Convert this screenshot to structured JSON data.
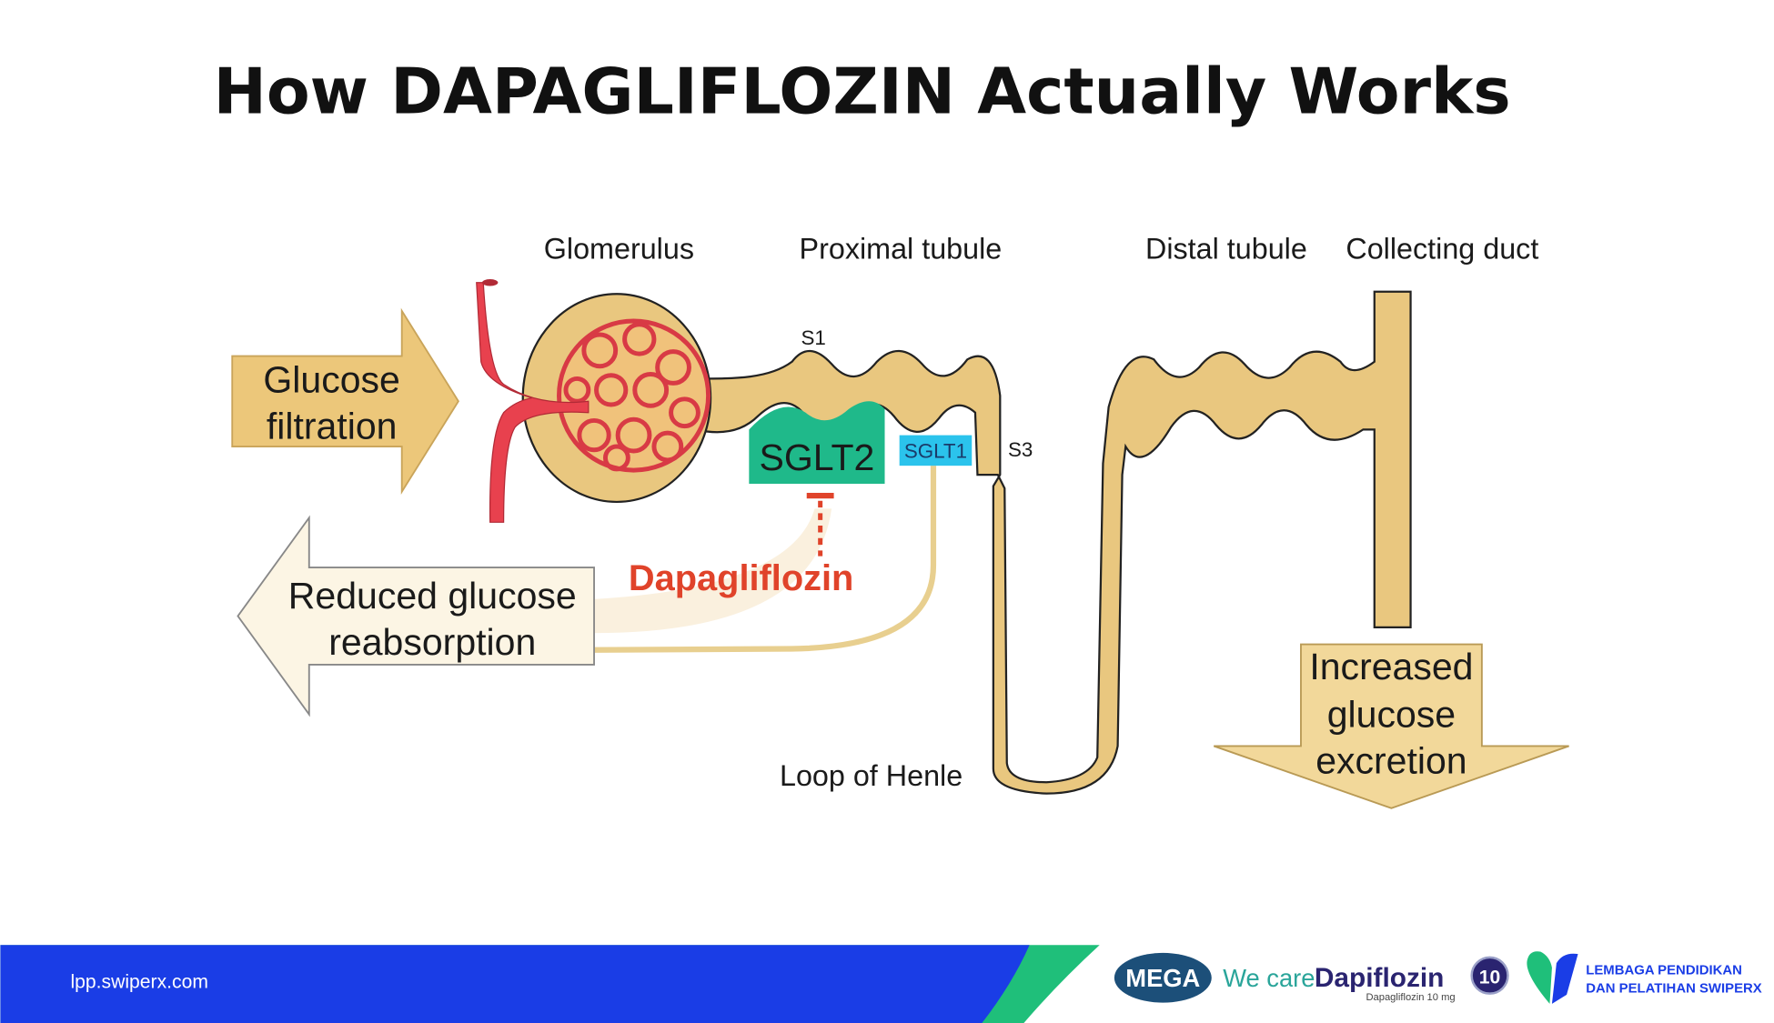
{
  "title": "How DAPAGLIFLOZIN Actually Works",
  "diagram": {
    "labels": {
      "glomerulus": "Glomerulus",
      "proximal_tubule": "Proximal tubule",
      "distal_tubule": "Distal tubule",
      "collecting_duct": "Collecting duct",
      "s1": "S1",
      "s3": "S3",
      "loop_of_henle": "Loop of Henle"
    },
    "glucose_filtration": [
      "Glucose",
      "filtration"
    ],
    "reduced_reabsorption": [
      "Reduced glucose",
      "reabsorption"
    ],
    "increased_excretion": [
      "Increased",
      "glucose",
      "excretion"
    ],
    "sglt2": "SGLT2",
    "sglt1": "SGLT1",
    "drug": "Dapagliflozin"
  },
  "footer": {
    "url": "lpp.swiperx.com",
    "mega": "MEGA",
    "we_care": "We care",
    "brand": "Dapiflozin",
    "brand_sub": "Dapagliflozin 10 mg",
    "dose_badge": "10",
    "org_line1": "LEMBAGA PENDIDIKAN",
    "org_line2": "DAN PELATIHAN SWIPERX"
  },
  "colors": {
    "footer_blue": "#1a3de6",
    "accent_green": "#1fbf7a",
    "tubule": "#e9c77f",
    "drug_red": "#e0432a"
  }
}
